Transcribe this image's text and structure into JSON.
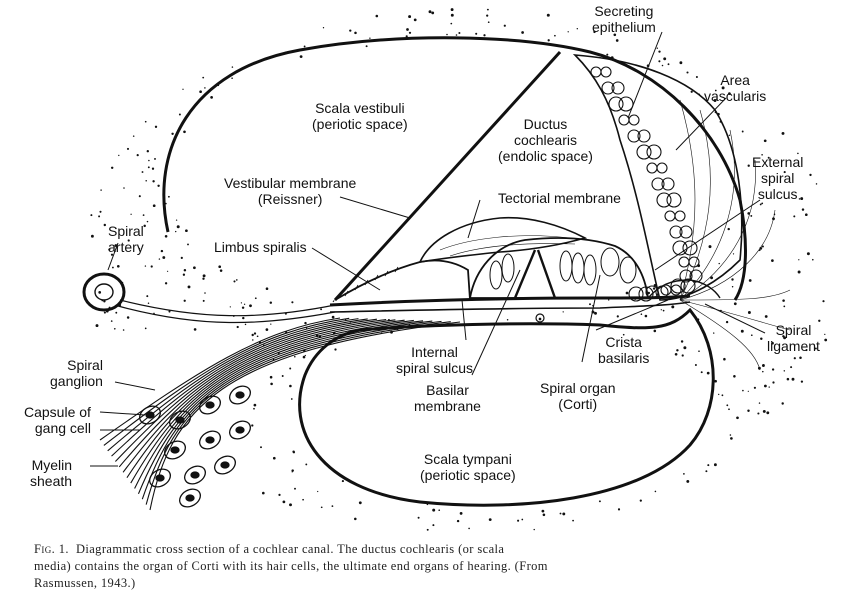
{
  "labels": {
    "secreting_epithelium": [
      "Secreting",
      "epithelium"
    ],
    "area_vascularis": [
      "Area",
      "vascularis"
    ],
    "scala_vestibuli": [
      "Scala vestibuli",
      "(periotic space)"
    ],
    "ductus_cochlearis": [
      "Ductus",
      "cochlearis",
      "(endolic space)"
    ],
    "external_spiral_sulcus": [
      "External",
      "spiral",
      "sulcus"
    ],
    "vestibular_membrane": [
      "Vestibular membrane",
      "(Reissner)"
    ],
    "tectorial_membrane": [
      "Tectorial membrane"
    ],
    "spiral_artery": [
      "Spiral",
      "artery"
    ],
    "limbus_spiralis": [
      "Limbus spiralis"
    ],
    "spiral_ligament": [
      "Spiral",
      "ligament"
    ],
    "crista_basilaris": [
      "Crista",
      "basilaris"
    ],
    "internal_spiral_sulcus": [
      "Internal",
      "spiral sulcus"
    ],
    "spiral_ganglion": [
      "Spiral",
      "ganglion"
    ],
    "capsule_of_gang_cell": [
      "Capsule of",
      "gang cell"
    ],
    "basilar_membrane": [
      "Basilar",
      "membrane"
    ],
    "spiral_organ": [
      "Spiral organ",
      "(Corti)"
    ],
    "myelin_sheath": [
      "Myelin",
      "sheath"
    ],
    "scala_tympani": [
      "Scala tympani",
      "(periotic space)"
    ]
  },
  "caption": {
    "fig_label": "Fig. 1.",
    "line1": "Diagrammatic cross section of a cochlear canal. The ductus cochlearis (or scala",
    "line2": "media) contains the organ of Corti with its hair cells, the ultimate end organs of hearing. (From",
    "line3": "Rasmussen, 1943.)"
  },
  "colors": {
    "ink": "#111111",
    "paper": "#ffffff"
  }
}
